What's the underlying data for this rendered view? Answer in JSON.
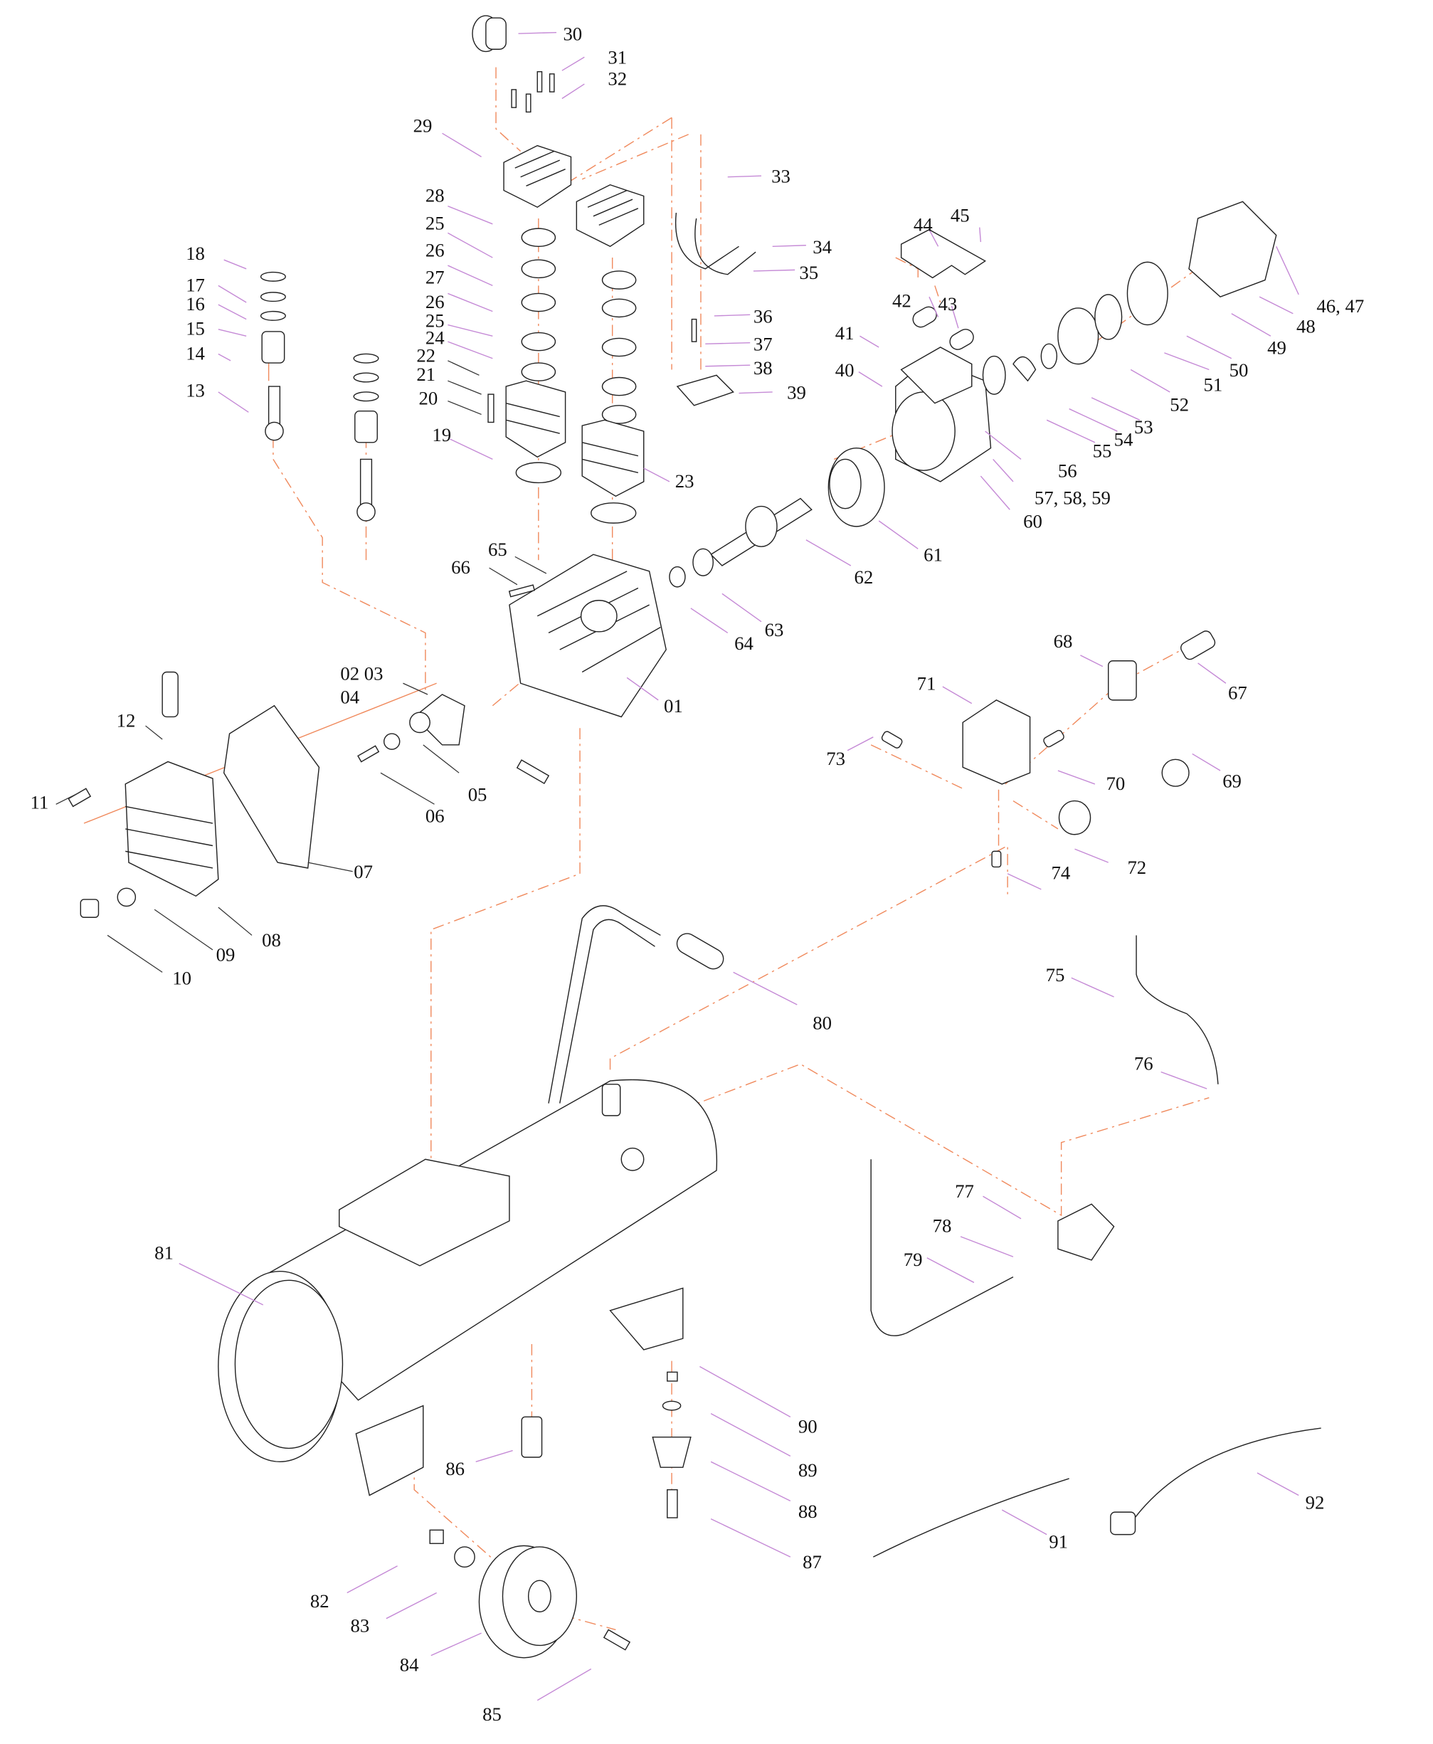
{
  "diagram": {
    "type": "exploded-parts-diagram",
    "subject": "air compressor",
    "colors": {
      "leader_line": "#c58ad6",
      "center_line": "#f08a5d",
      "outline": "#222222",
      "label": "#111111"
    },
    "labels": [
      {
        "id": "p30",
        "text": "30"
      },
      {
        "id": "p31",
        "text": "31"
      },
      {
        "id": "p32",
        "text": "32"
      },
      {
        "id": "p29",
        "text": "29"
      },
      {
        "id": "p33",
        "text": "33"
      },
      {
        "id": "p28",
        "text": "28"
      },
      {
        "id": "p25a",
        "text": "25"
      },
      {
        "id": "p26a",
        "text": "26"
      },
      {
        "id": "p27",
        "text": "27"
      },
      {
        "id": "p26b",
        "text": "26"
      },
      {
        "id": "p25b",
        "text": "25"
      },
      {
        "id": "p24",
        "text": "24"
      },
      {
        "id": "p22",
        "text": "22"
      },
      {
        "id": "p21",
        "text": "21"
      },
      {
        "id": "p20",
        "text": "20"
      },
      {
        "id": "p19",
        "text": "19"
      },
      {
        "id": "p23",
        "text": "23"
      },
      {
        "id": "p18",
        "text": "18"
      },
      {
        "id": "p17",
        "text": "17"
      },
      {
        "id": "p16",
        "text": "16"
      },
      {
        "id": "p15",
        "text": "15"
      },
      {
        "id": "p14",
        "text": "14"
      },
      {
        "id": "p13",
        "text": "13"
      },
      {
        "id": "p34",
        "text": "34"
      },
      {
        "id": "p35",
        "text": "35"
      },
      {
        "id": "p36",
        "text": "36"
      },
      {
        "id": "p37",
        "text": "37"
      },
      {
        "id": "p38",
        "text": "38"
      },
      {
        "id": "p39",
        "text": "39"
      },
      {
        "id": "p44",
        "text": "44"
      },
      {
        "id": "p45",
        "text": "45"
      },
      {
        "id": "p42",
        "text": "42"
      },
      {
        "id": "p43",
        "text": "43"
      },
      {
        "id": "p41",
        "text": "41"
      },
      {
        "id": "p40",
        "text": "40"
      },
      {
        "id": "p4647",
        "text": "46, 47"
      },
      {
        "id": "p48",
        "text": "48"
      },
      {
        "id": "p49",
        "text": "49"
      },
      {
        "id": "p50",
        "text": "50"
      },
      {
        "id": "p51",
        "text": "51"
      },
      {
        "id": "p52",
        "text": "52"
      },
      {
        "id": "p53",
        "text": "53"
      },
      {
        "id": "p54",
        "text": "54"
      },
      {
        "id": "p55",
        "text": "55"
      },
      {
        "id": "p56",
        "text": "56"
      },
      {
        "id": "p575859",
        "text": "57, 58, 59"
      },
      {
        "id": "p60",
        "text": "60"
      },
      {
        "id": "p61",
        "text": "61"
      },
      {
        "id": "p62",
        "text": "62"
      },
      {
        "id": "p63",
        "text": "63"
      },
      {
        "id": "p64",
        "text": "64"
      },
      {
        "id": "p65",
        "text": "65"
      },
      {
        "id": "p66",
        "text": "66"
      },
      {
        "id": "p01",
        "text": "01"
      },
      {
        "id": "p0203",
        "text": "02  03"
      },
      {
        "id": "p04",
        "text": "04"
      },
      {
        "id": "p05",
        "text": "05"
      },
      {
        "id": "p06",
        "text": "06"
      },
      {
        "id": "p07",
        "text": "07"
      },
      {
        "id": "p08",
        "text": "08"
      },
      {
        "id": "p09",
        "text": "09"
      },
      {
        "id": "p10",
        "text": "10"
      },
      {
        "id": "p11",
        "text": "11"
      },
      {
        "id": "p12",
        "text": "12"
      },
      {
        "id": "p68",
        "text": "68"
      },
      {
        "id": "p67",
        "text": "67"
      },
      {
        "id": "p71",
        "text": "71"
      },
      {
        "id": "p73",
        "text": "73"
      },
      {
        "id": "p70",
        "text": "70"
      },
      {
        "id": "p69",
        "text": "69"
      },
      {
        "id": "p74",
        "text": "74"
      },
      {
        "id": "p72",
        "text": "72"
      },
      {
        "id": "p75",
        "text": "75"
      },
      {
        "id": "p76",
        "text": "76"
      },
      {
        "id": "p80",
        "text": "80"
      },
      {
        "id": "p77",
        "text": "77"
      },
      {
        "id": "p78",
        "text": "78"
      },
      {
        "id": "p79",
        "text": "79"
      },
      {
        "id": "p81",
        "text": "81"
      },
      {
        "id": "p90",
        "text": "90"
      },
      {
        "id": "p89",
        "text": "89"
      },
      {
        "id": "p88",
        "text": "88"
      },
      {
        "id": "p87",
        "text": "87"
      },
      {
        "id": "p86",
        "text": "86"
      },
      {
        "id": "p82",
        "text": "82"
      },
      {
        "id": "p83",
        "text": "83"
      },
      {
        "id": "p84",
        "text": "84"
      },
      {
        "id": "p85",
        "text": "85"
      },
      {
        "id": "p91",
        "text": "91"
      },
      {
        "id": "p92",
        "text": "92"
      }
    ]
  }
}
